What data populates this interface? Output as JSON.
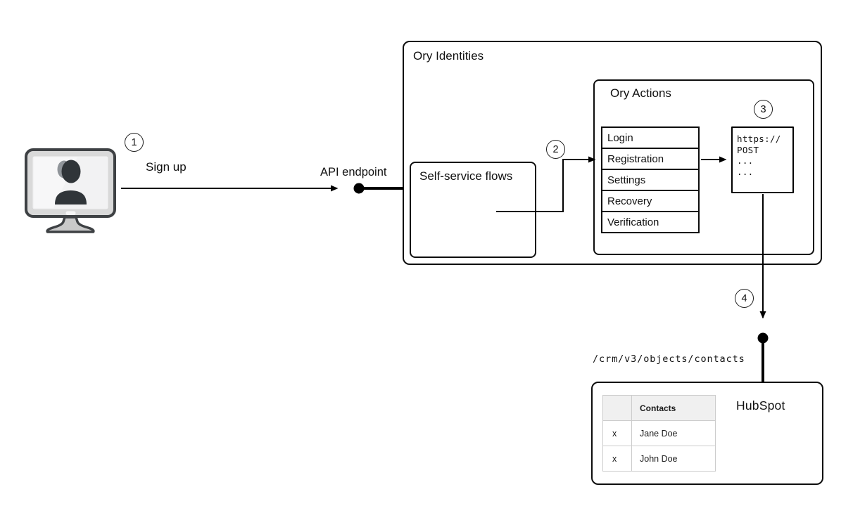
{
  "diagram": {
    "badges": {
      "one": "1",
      "two": "2",
      "three": "3",
      "four": "4"
    },
    "labels": {
      "sign_up": "Sign up",
      "api_endpoint": "API endpoint",
      "crm_path": "/crm/v3/objects/contacts"
    },
    "ory_identities": {
      "title": "Ory Identities"
    },
    "self_service": {
      "title": "Self-service flows"
    },
    "ory_actions": {
      "title": "Ory Actions",
      "flows": [
        "Login",
        "Registration",
        "Settings",
        "Recovery",
        "Verification"
      ]
    },
    "code_box": {
      "lines": [
        "https://",
        "POST",
        "...",
        "..."
      ]
    },
    "hubspot": {
      "title": "HubSpot",
      "table": {
        "header": [
          "",
          "Contacts"
        ],
        "rows": [
          [
            "x",
            "Jane Doe"
          ],
          [
            "x",
            "John Doe"
          ]
        ]
      }
    },
    "icons": {
      "terminal": "monitor-user-icon"
    },
    "colors": {
      "line": "#000000",
      "box_border": "#0d0d0d",
      "table_border": "#cccccc",
      "table_header_bg": "#f0f0f0",
      "monitor_frame": "#d9d9d9",
      "silhouette": "#303539"
    }
  }
}
